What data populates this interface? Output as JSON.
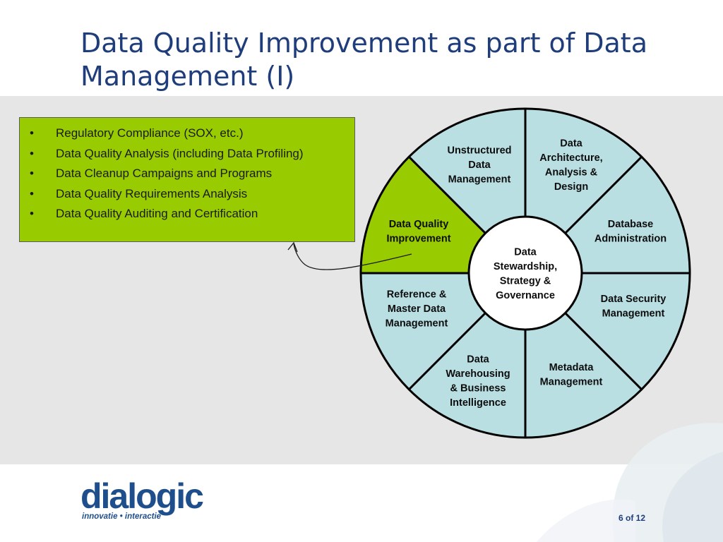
{
  "slide": {
    "title": "Data Quality Improvement as part of Data Management (I)",
    "page_number": "6 of 12"
  },
  "bullets": [
    "Regulatory Compliance (SOX, etc.)",
    "Data Quality Analysis (including Data Profiling)",
    "Data Cleanup Campaigns and Programs",
    "Data Quality Requirements Analysis",
    "Data Quality Auditing and Certification"
  ],
  "bullet_symbol": "•",
  "wheel": {
    "center": [
      "Data",
      "Stewardship,",
      "Strategy &",
      "Governance"
    ],
    "segments": [
      {
        "lines": [
          "Data",
          "Architecture,",
          "Analysis &",
          "Design"
        ],
        "highlight": false
      },
      {
        "lines": [
          "Database",
          "Administration"
        ],
        "highlight": false
      },
      {
        "lines": [
          "Data Security",
          "Management"
        ],
        "highlight": false
      },
      {
        "lines": [
          "Metadata",
          "Management"
        ],
        "highlight": false
      },
      {
        "lines": [
          "Data",
          "Warehousing",
          "& Business",
          "Intelligence"
        ],
        "highlight": false
      },
      {
        "lines": [
          "Reference &",
          "Master Data",
          "Management"
        ],
        "highlight": false
      },
      {
        "lines": [
          "Data Quality",
          "Improvement"
        ],
        "highlight": true
      },
      {
        "lines": [
          "Unstructured",
          "Data",
          "Management"
        ],
        "highlight": false
      }
    ],
    "colors": {
      "segment": "#b9dfe3",
      "highlight": "#99cc00",
      "outline": "#000000",
      "center": "#ffffff"
    }
  },
  "logo": {
    "name": "dialogic",
    "tagline": "innovatie • interactie",
    "color": "#1e4f8c"
  },
  "colors": {
    "title": "#1f3d7a",
    "band": "#e6e6e6",
    "bullet_box": "#99cc00"
  }
}
